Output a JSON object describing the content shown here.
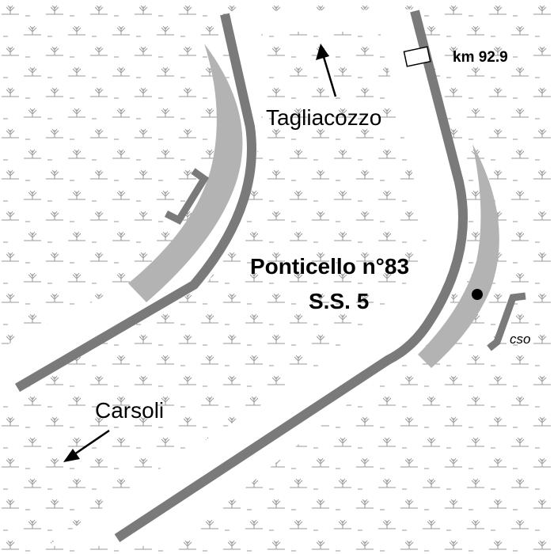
{
  "map": {
    "km_marker": "km  92.9",
    "north_destination": "Tagliacozzo",
    "south_destination": "Carsoli",
    "site_name": "Ponticello n°83",
    "road_name": "S.S. 5",
    "cso_label": "cso"
  },
  "colors": {
    "road": "#7a7a7a",
    "embankment": "#b3b3b3",
    "vegetation": "#9a9a9a",
    "text": "#000000"
  },
  "icons": [
    "vegetation-pattern",
    "arrow-icon",
    "point-marker-icon",
    "milestone-marker-icon"
  ]
}
